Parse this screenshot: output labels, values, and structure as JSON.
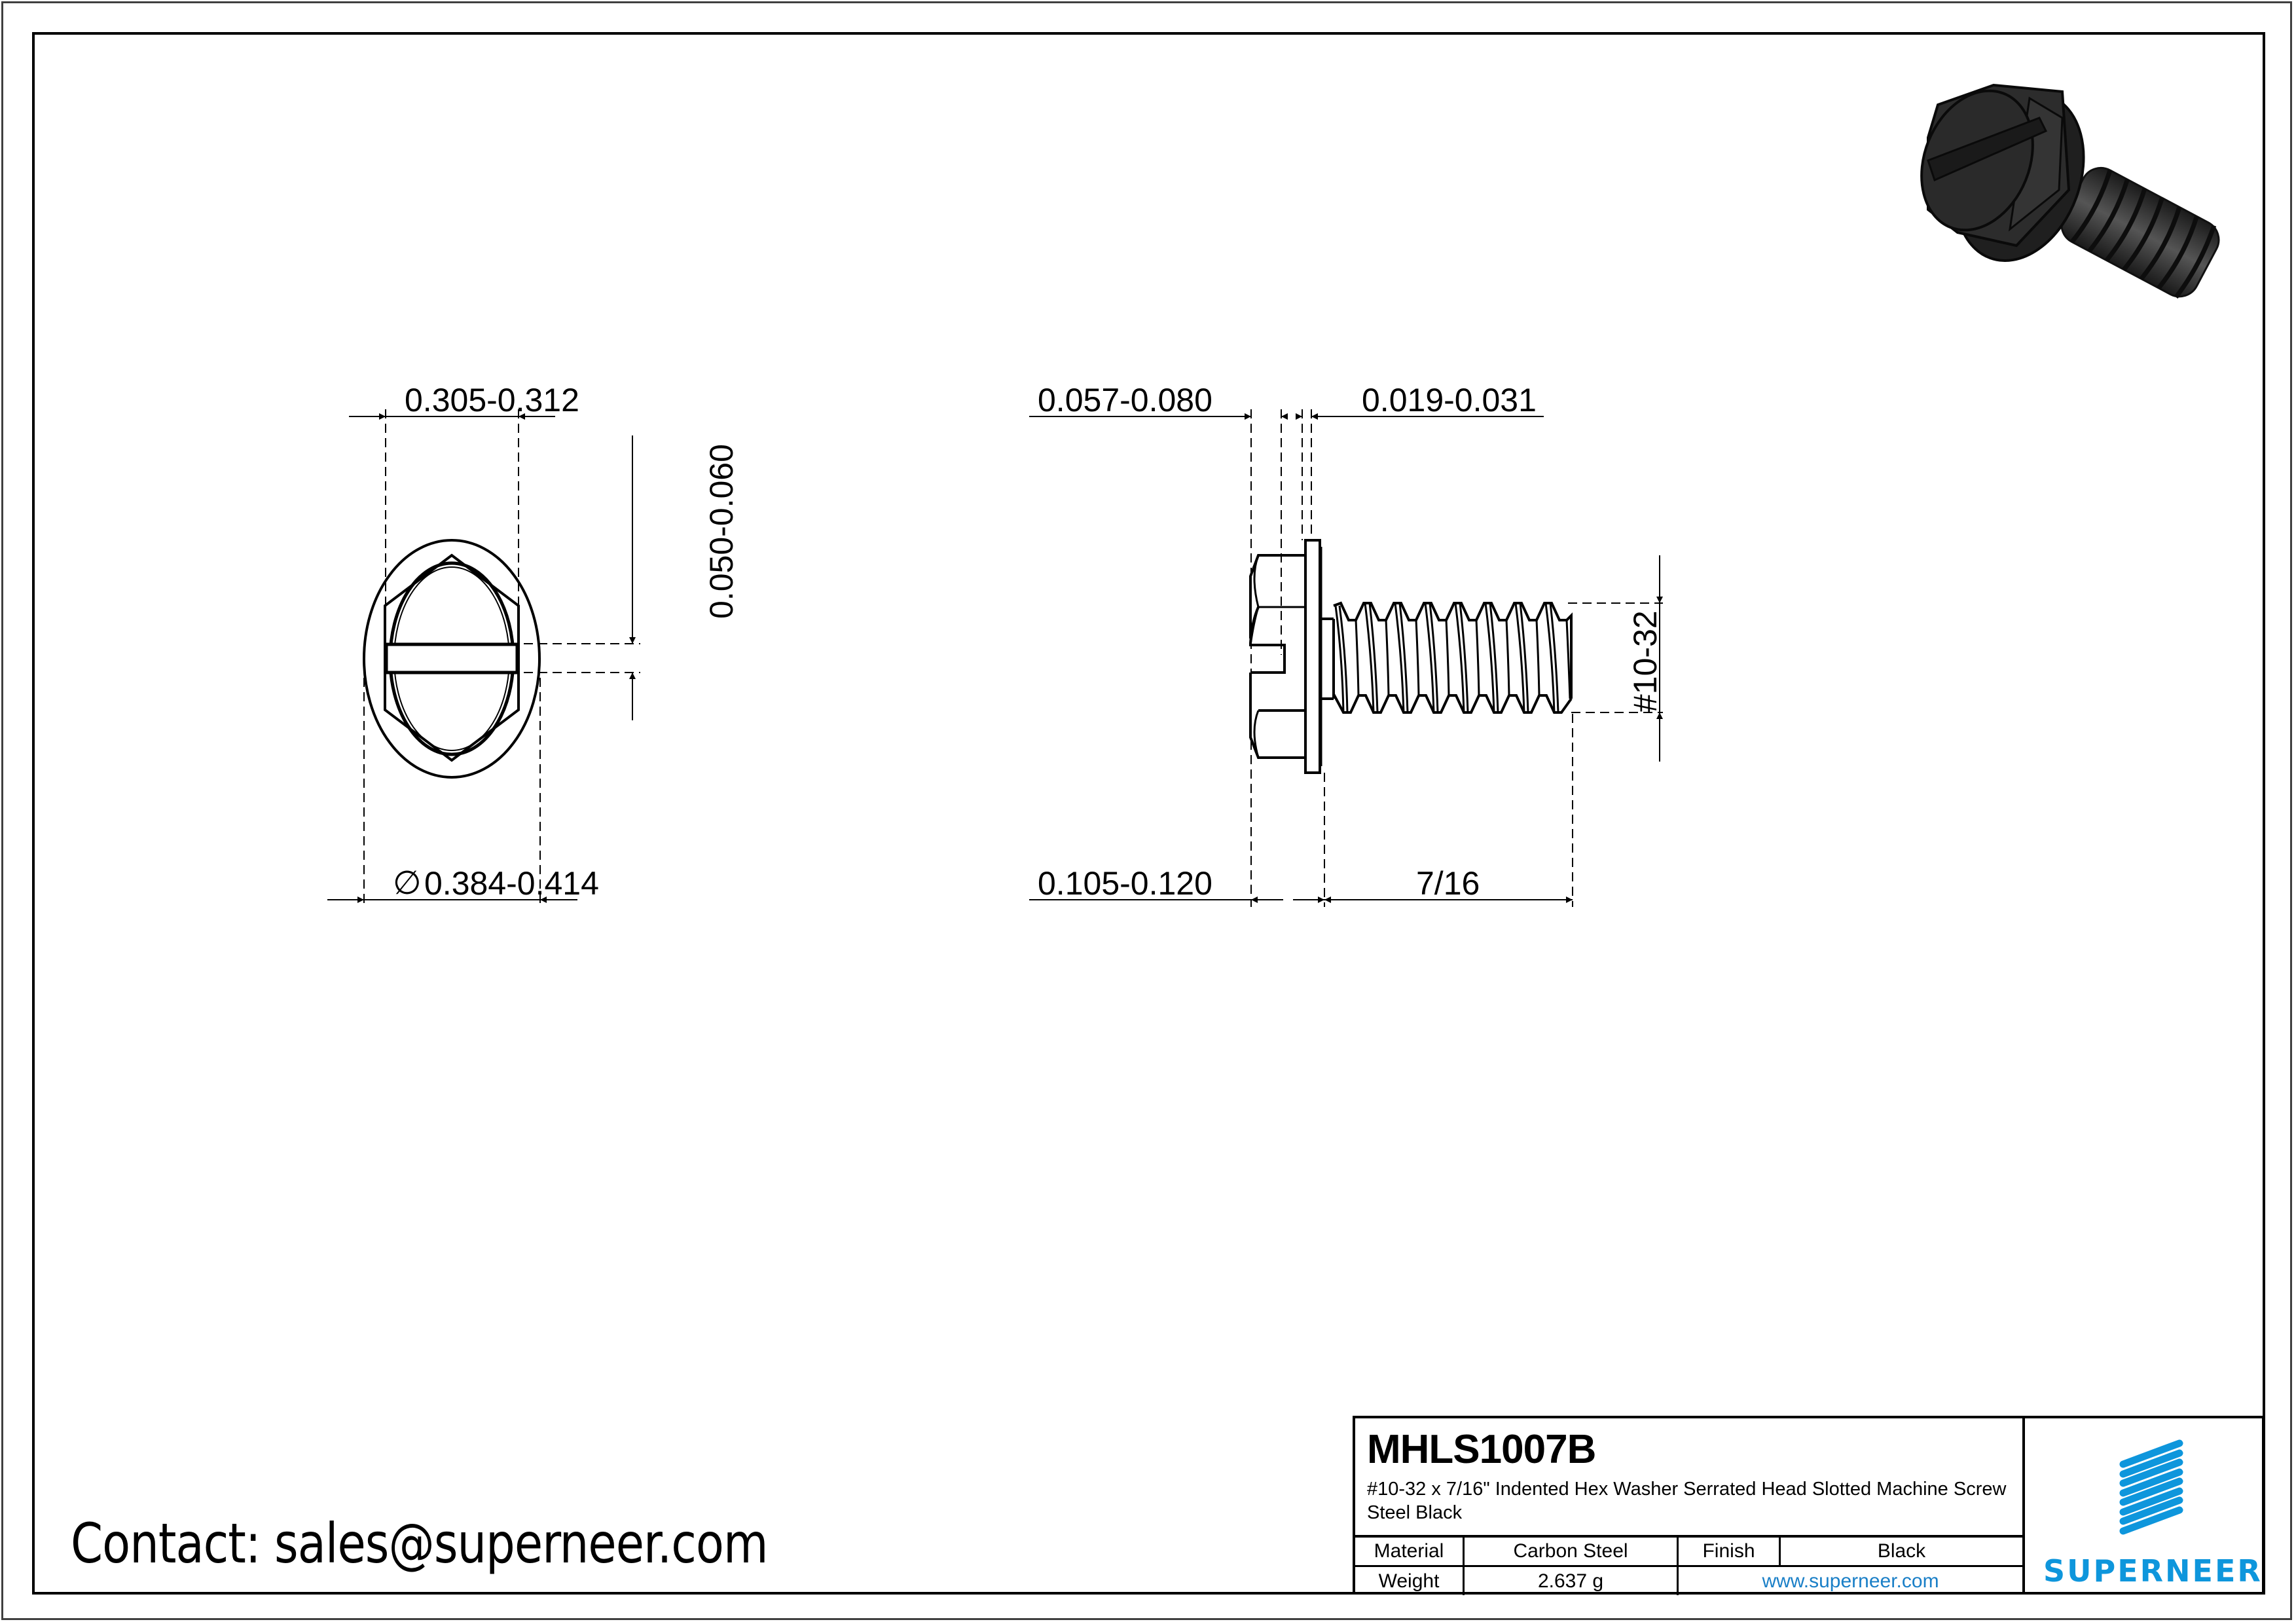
{
  "drawing": {
    "contact": "Contact: sales@superneer.com",
    "front_view": {
      "dims": {
        "slot_span": "0.305-0.312",
        "slot_width": "0.050-0.060",
        "washer_diameter_symbol": "∅",
        "washer_diameter": "0.384-0.414"
      }
    },
    "side_view": {
      "dims": {
        "head_height": "0.057-0.080",
        "washer_thickness": "0.019-0.031",
        "total_head_height": "0.105-0.120",
        "length": "7/16",
        "thread": "#10-32"
      }
    },
    "iso_view": {
      "label": "3d-render-screw",
      "color": "#2b2b2b"
    }
  },
  "title_block": {
    "part_number": "MHLS1007B",
    "description": "#10-32 x 7/16\" Indented Hex Washer Serrated Head Slotted Machine Screw Steel Black",
    "material_label": "Material",
    "material_value": "Carbon Steel",
    "finish_label": "Finish",
    "finish_value": "Black",
    "weight_label": "Weight",
    "weight_value": "2.637 g",
    "website": "www.superneer.com",
    "logo_text": "SUPERNEER",
    "logo_color": "#0e96dc",
    "link_color": "#1a7fc7"
  }
}
